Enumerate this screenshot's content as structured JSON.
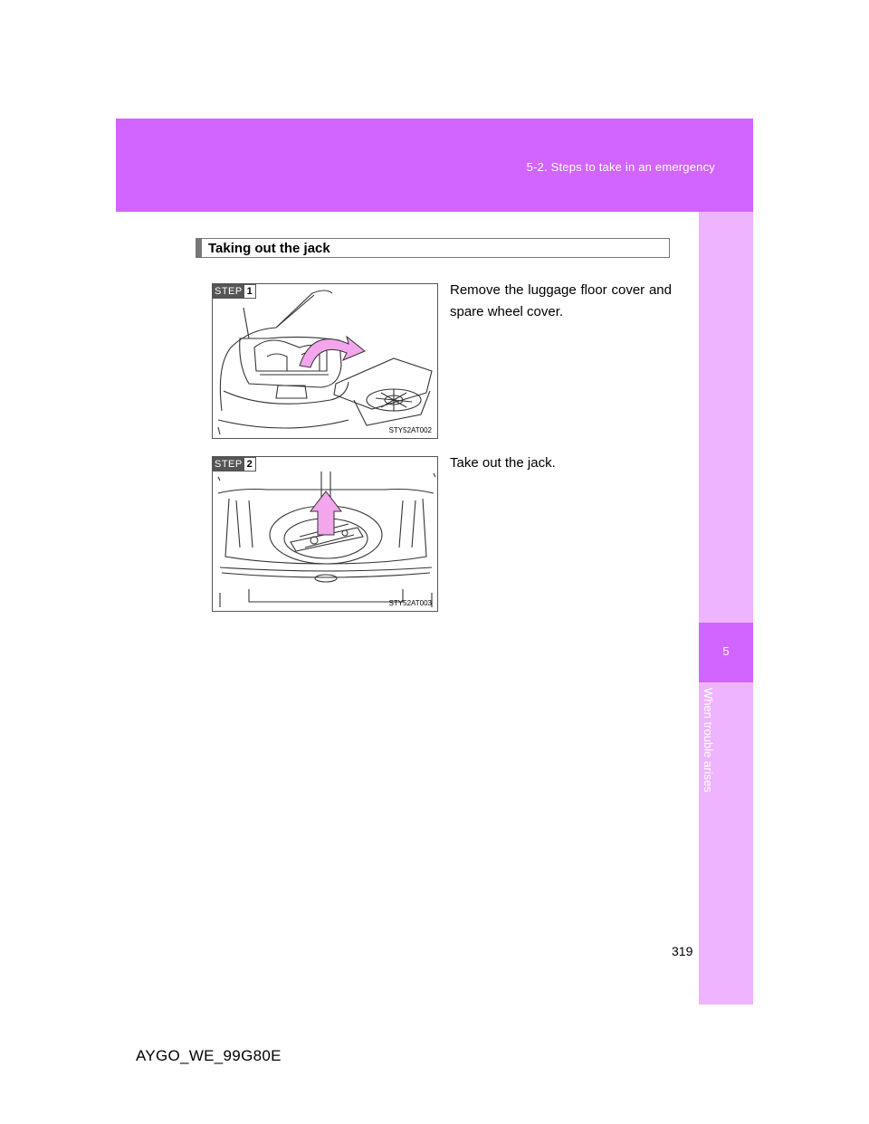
{
  "header": {
    "section": "5-2. Steps to take in an emergency"
  },
  "side_tab": {
    "chapter_number": "5",
    "chapter_title": "When trouble arises"
  },
  "section_heading": "Taking out the jack",
  "steps": [
    {
      "badge_label": "STEP",
      "number": "1",
      "text": "Remove the luggage floor cover and spare wheel cover.",
      "figure_code": "STY52AT002"
    },
    {
      "badge_label": "STEP",
      "number": "2",
      "text": "Take out the jack.",
      "figure_code": "STY52AT003"
    }
  ],
  "footer": {
    "page_number": "319",
    "doc_code": "AYGO_WE_99G80E"
  },
  "colors": {
    "header_band": "#d264ff",
    "side_tab": "#eeb4ff",
    "arrow_fill": "#f3a6ec"
  }
}
